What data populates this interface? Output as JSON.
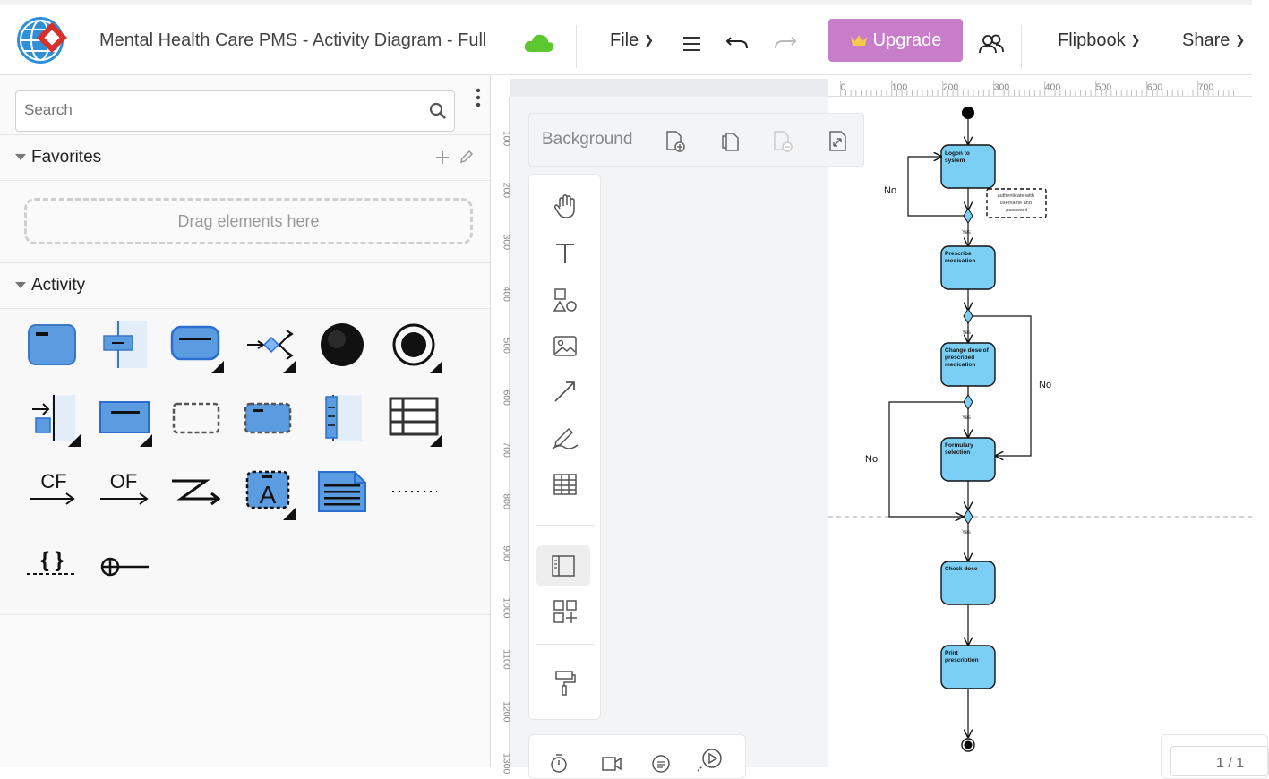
{
  "header": {
    "title": "Mental Health Care PMS - Activity Diagram - Full",
    "file_label": "File",
    "upgrade_label": "Upgrade",
    "flipbook_label": "Flipbook",
    "share_label": "Share",
    "brand_color": "#d9302c",
    "upgrade_color": "#c77dca",
    "cloud_color": "#5cc72e"
  },
  "sidebar": {
    "search_placeholder": "Search",
    "favorites_label": "Favorites",
    "drag_hint": "Drag elements here",
    "activity_label": "Activity",
    "shapes": [
      {
        "icon": "action-icon"
      },
      {
        "icon": "swimlane-icon"
      },
      {
        "icon": "rounded-action-icon"
      },
      {
        "icon": "decision-icon"
      },
      {
        "icon": "initial-node-icon"
      },
      {
        "icon": "final-node-icon"
      },
      {
        "icon": "send-signal-icon"
      },
      {
        "icon": "activity-icon"
      },
      {
        "icon": "dashed-action-icon"
      },
      {
        "icon": "dashed-filled-action-icon"
      },
      {
        "icon": "fork-join-icon"
      },
      {
        "icon": "table-icon"
      },
      {
        "icon": "control-flow-icon",
        "text": "CF"
      },
      {
        "icon": "object-flow-icon",
        "text": "OF"
      },
      {
        "icon": "interrupt-flow-icon"
      },
      {
        "icon": "activity-param-icon",
        "text": "A"
      },
      {
        "icon": "note-icon"
      },
      {
        "icon": "dotted-line-icon"
      },
      {
        "icon": "constraint-icon",
        "text": "{ }"
      },
      {
        "icon": "containment-icon"
      }
    ]
  },
  "canvas": {
    "background_label": "Background",
    "ruler_top": [
      "0",
      "100",
      "200",
      "300",
      "400",
      "500",
      "600",
      "700"
    ],
    "ruler_left": [
      "100",
      "200",
      "300",
      "400",
      "500",
      "600",
      "700",
      "800",
      "900",
      "1000",
      "1100",
      "1200",
      "1300"
    ],
    "page_indicator": "1 / 1"
  },
  "diagram": {
    "node_fill": "#7ccff4",
    "actions": [
      {
        "label_lines": [
          "Logon to",
          "system"
        ]
      },
      {
        "label_lines": [
          "Prescribe",
          "medication"
        ]
      },
      {
        "label_lines": [
          "Change dose of",
          "prescribed",
          "medication"
        ]
      },
      {
        "label_lines": [
          "Formulary",
          "selection"
        ]
      },
      {
        "label_lines": [
          "Check dose"
        ]
      },
      {
        "label_lines": [
          "Print",
          "prescription"
        ]
      }
    ],
    "note_lines": [
      "authenticate with",
      "username and",
      "password"
    ],
    "labels": {
      "no": "No",
      "yes": "Yes"
    }
  }
}
